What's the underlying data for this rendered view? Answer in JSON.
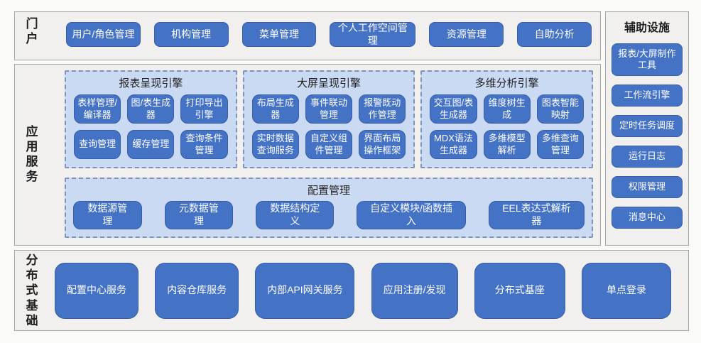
{
  "colors": {
    "page_bg": "#fafaf8",
    "section_bg": "#f1f0ee",
    "section_border": "#a8a8a8",
    "button_fill": "#4472c4",
    "button_border": "#3a5da8",
    "button_text": "#ffffff",
    "group_fill": "#cbdaf3",
    "group_border": "#7e93b8",
    "title_text": "#1f1f1f"
  },
  "portal": {
    "label": "门户",
    "items": [
      "用户/角色管理",
      "机构管理",
      "菜单管理",
      "个人工作空间管理",
      "资源管理",
      "自助分析"
    ]
  },
  "app_services": {
    "label": "应用服务",
    "engines": [
      {
        "title": "报表呈现引擎",
        "items": [
          "表样管理/编译器",
          "图/表生成器",
          "打印导出引擎",
          "查询管理",
          "缓存管理",
          "查询条件管理"
        ]
      },
      {
        "title": "大屏呈现引擎",
        "items": [
          "布局生成器",
          "事件联动管理",
          "报警既动作管理",
          "实时数据查询服务",
          "自定义组件管理",
          "界面布局操作框架"
        ]
      },
      {
        "title": "多维分析引擎",
        "items": [
          "交互图/表生成器",
          "维度树生成",
          "图表智能映射",
          "MDX语法生成器",
          "多维模型解析",
          "多维查询管理"
        ]
      }
    ],
    "config": {
      "title": "配置管理",
      "items": [
        "数据源管理",
        "元数据管理",
        "数据结构定义",
        "自定义模块/函数插入",
        "EEL表达式解析器"
      ]
    }
  },
  "auxiliary": {
    "label": "辅助设施",
    "items": [
      "报表/大屏制作工具",
      "工作流引擎",
      "定时任务调度",
      "运行日志",
      "权限管理",
      "消息中心"
    ]
  },
  "distributed": {
    "label": "分布式基础",
    "items": [
      "配置中心服务",
      "内容仓库服务",
      "内部API网关服务",
      "应用注册/发现",
      "分布式基座",
      "单点登录"
    ]
  }
}
